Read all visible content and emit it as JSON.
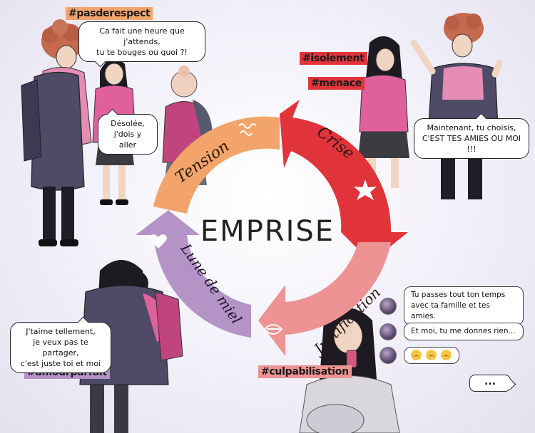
{
  "center_title": "EMPRISE",
  "phases": {
    "tension": "Tension",
    "crise": "Crise",
    "justification": "Justification",
    "lune_de_miel": "Lune de miel"
  },
  "hashtags": {
    "pasderespect": "#pasderespect",
    "isolement": "#isolement",
    "menace": "#menace",
    "amourparfait": "#amourparfait",
    "culpabilisation": "#culpabilisation"
  },
  "bubbles": {
    "waiting": [
      "Ca fait une heure que j'attends,",
      "tu te bouges ou quoi ?!"
    ],
    "sorry": [
      "Désolée,",
      "j'dois y aller"
    ],
    "choose": [
      "Maintenant, tu choisis,",
      "C'EST TES AMIES OU MOI !!!"
    ],
    "love": [
      "J'taime tellement,",
      "je veux pas te partager,",
      "c'est juste toi et moi"
    ]
  },
  "messages": [
    [
      "Tu passes tout ton temps",
      "avec ta famille et tes amies."
    ],
    [
      "Et moi, tu me donnes rien..."
    ]
  ],
  "ellipsis": "...",
  "colors": {
    "tension": "#f2a46a",
    "crise": "#e0343a",
    "justification": "#ee9393",
    "lune_de_miel": "#b493c6",
    "pink_top": "#e0609e",
    "jacket": "#4f4a66",
    "hair": "#1e1a22"
  },
  "icons": [
    "squiggle-icon",
    "starburst-icon",
    "lips-icon",
    "heart-icon",
    "smartphone-icon",
    "sad-emoji-icon"
  ]
}
